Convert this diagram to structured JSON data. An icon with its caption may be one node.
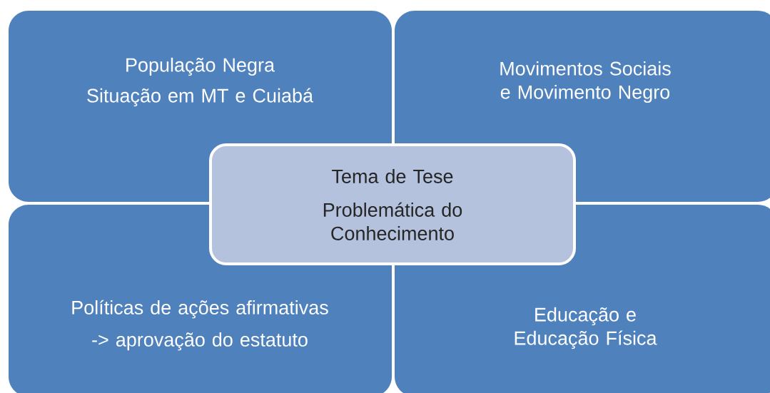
{
  "diagram": {
    "nodes": [
      {
        "text": [
          "População Negra",
          "Situação em MT e Cuiabá"
        ]
      },
      {
        "text": [
          "Movimentos Sociais e Movimento Negro"
        ]
      },
      {
        "text": [
          "Políticas de ações afirmativas",
          "-> aprovação do estatuto"
        ]
      },
      {
        "text": [
          "Educação e Educação Física"
        ]
      },
      {
        "text": [
          "Tema de Tese",
          "Problemática do Conhecimento"
        ]
      }
    ]
  }
}
